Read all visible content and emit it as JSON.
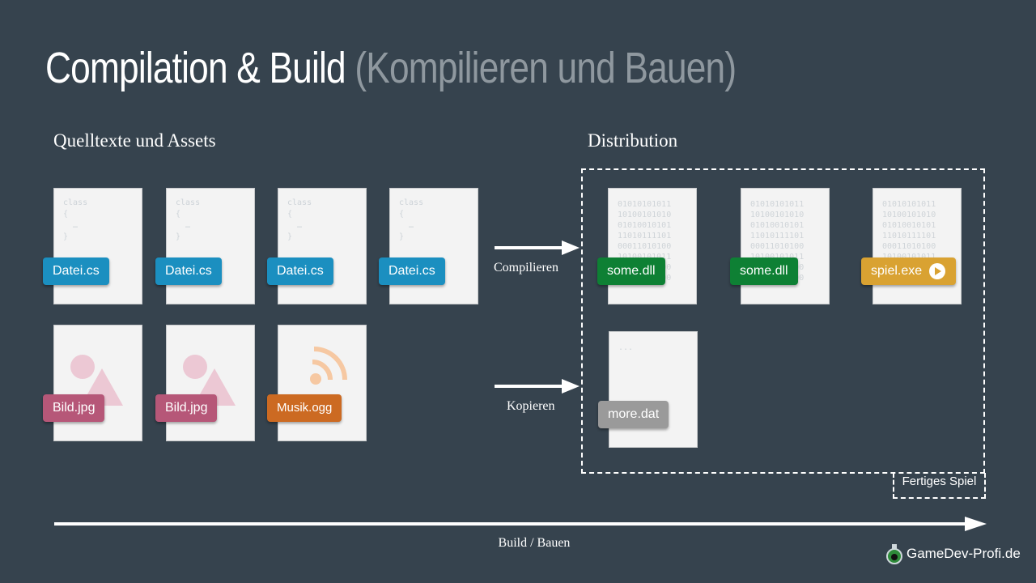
{
  "title": {
    "main": "Compilation & Build",
    "sub": "(Kompilieren und Bauen)"
  },
  "sections": {
    "sources": "Quelltexte und Assets",
    "distribution": "Distribution"
  },
  "source_code": {
    "snippet": "class\n{\n  …\n}",
    "files": [
      "Datei.cs",
      "Datei.cs",
      "Datei.cs",
      "Datei.cs"
    ]
  },
  "assets": {
    "images": [
      "Bild.jpg",
      "Bild.jpg"
    ],
    "audio": "Musik.ogg"
  },
  "arrows": {
    "compile": "Compilieren",
    "copy": "Kopieren"
  },
  "distribution": {
    "binary_text": "01010101011\n10100101010\n01010010101\n11010111101\n00011010100\n10100101011\n01010010100\n10111111000",
    "dlls": [
      "some.dll",
      "some.dll"
    ],
    "exe": "spiel.exe",
    "data_snippet": "...",
    "data_file": "more.dat",
    "final_label": "Fertiges Spiel"
  },
  "timeline": {
    "label": "Build / Bauen"
  },
  "brand": "GameDev-Profi.de",
  "colors": {
    "background": "#36434e",
    "cs_tag": "#1b8fc0",
    "image_tag": "#b65778",
    "audio_tag": "#cc6a22",
    "dll_tag": "#0e8034",
    "exe_tag": "#d9a232",
    "data_tag": "#9a9a9a"
  }
}
